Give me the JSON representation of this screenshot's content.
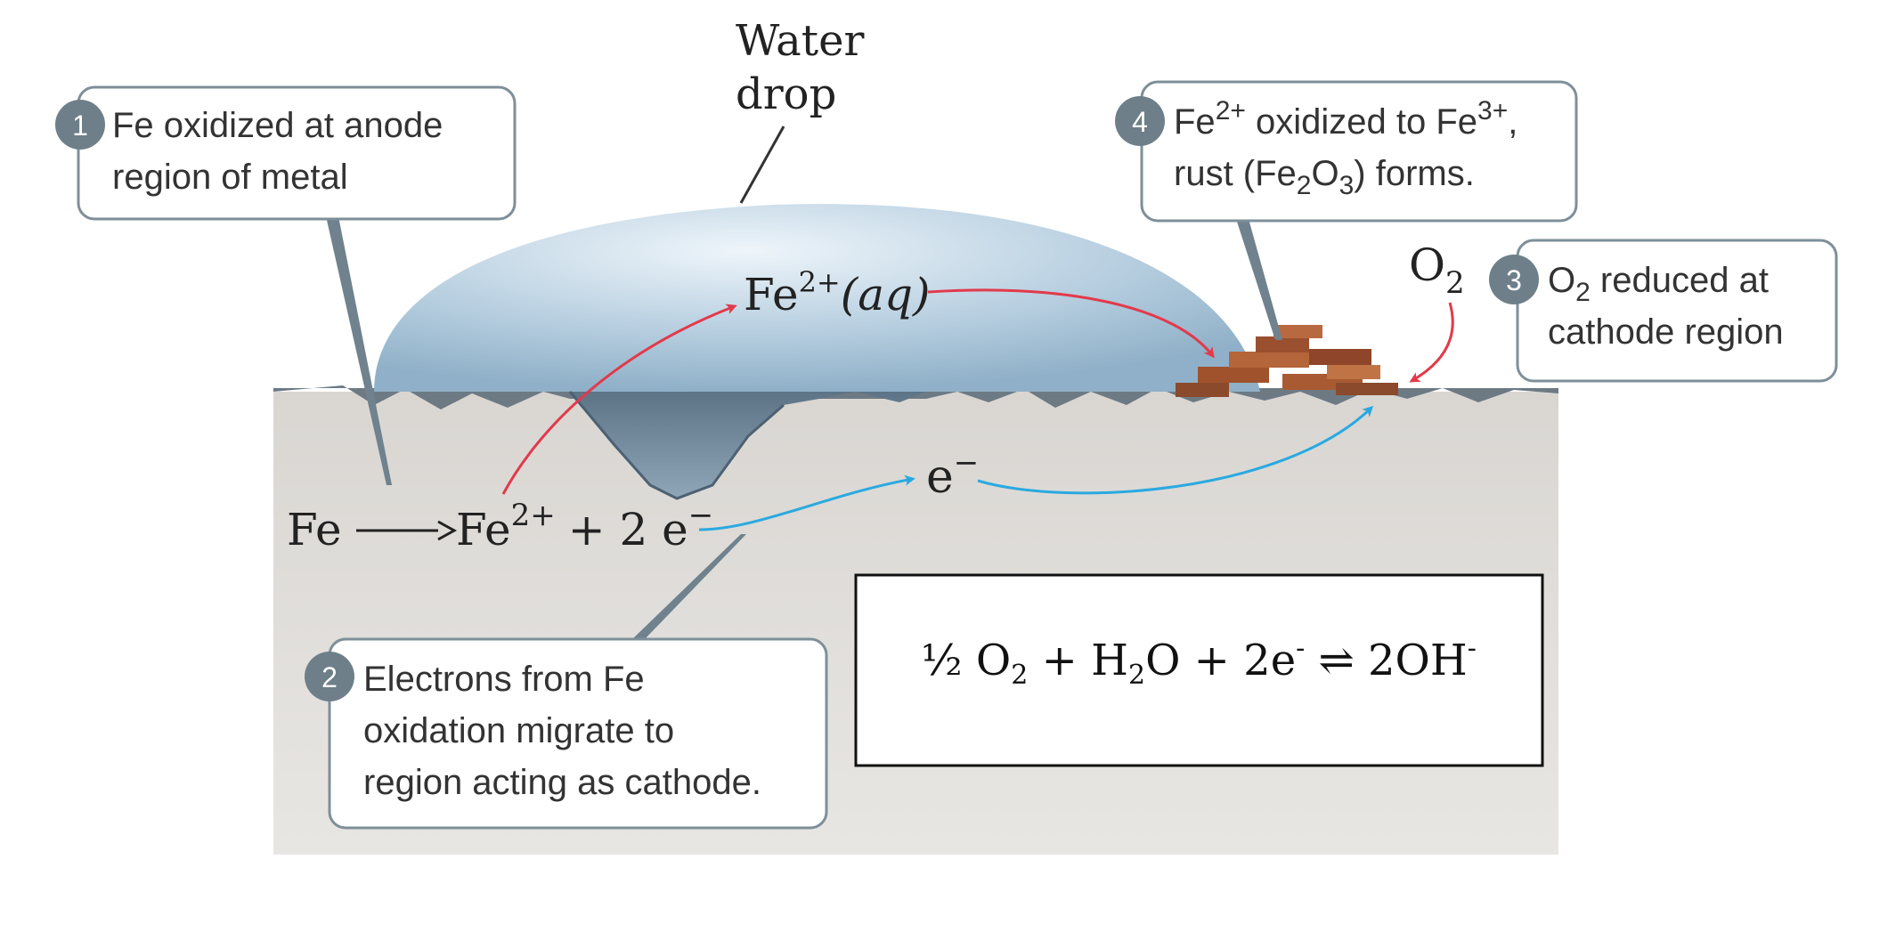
{
  "water_drop_label": [
    "Water",
    "drop"
  ],
  "callout_1": {
    "number": "1",
    "lines": [
      "Fe oxidized at anode",
      "region of metal"
    ]
  },
  "callout_2": {
    "number": "2",
    "lines": [
      "Electrons from Fe",
      "oxidation migrate to",
      "region acting as cathode."
    ]
  },
  "callout_3": {
    "number": "3",
    "line1_species": "O",
    "line1_sub": "2",
    "line1_rest": " reduced at",
    "line2": "cathode region"
  },
  "callout_4": {
    "number": "4",
    "line1_a": "Fe",
    "line1_sup_a": "2+",
    "line1_b": " oxidized to Fe",
    "line1_sup_b": "3+",
    "line1_c": ",",
    "line2_a": "rust (Fe",
    "line2_sub_a": "2",
    "line2_b": "O",
    "line2_sub_b": "3",
    "line2_c": ") forms."
  },
  "ion_label": {
    "species": "Fe",
    "charge": "2+",
    "state": "(aq)"
  },
  "electron_label": {
    "symbol": "e",
    "charge": "−"
  },
  "oxygen_label": {
    "symbol": "O",
    "sub": "2"
  },
  "anode_reaction": {
    "reactant": "Fe",
    "product": "Fe",
    "product_charge": "2+",
    "plus": "+ 2 e",
    "electron_charge": "−"
  },
  "cathode_equation": {
    "half": "½ O",
    "o2_sub": "2",
    "plus_water": " + H",
    "h2_sub": "2",
    "water_o": "O + 2e",
    "e_sup": "-",
    "equilibrium": " ⇌ ",
    "product": "2OH",
    "oh_sup": "-"
  },
  "colors": {
    "metal": "#dedbd8",
    "drop": "#bcd3e4",
    "ion_arrow": "#e23a4b",
    "electron_arrow": "#2aa9e0",
    "callout_border": "#7e8f99",
    "badge": "#6e7f89",
    "rust": "#a0522d"
  }
}
